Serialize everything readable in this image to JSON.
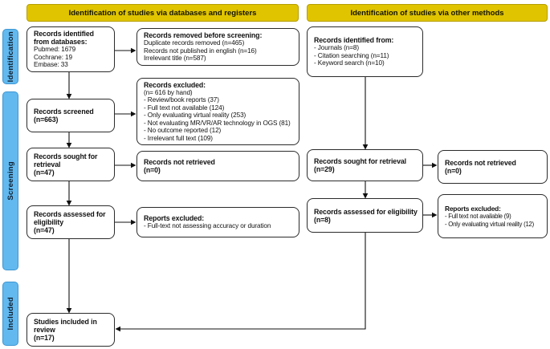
{
  "colors": {
    "header-bg": "#E0C400",
    "header-border": "#B59E00",
    "sidebar-bg": "#62B9EF",
    "sidebar-border": "#3E96D2"
  },
  "headers": {
    "left": "Identification of studies via databases and registers",
    "right": "Identification of studies via other methods"
  },
  "sidebar": {
    "identification": "Identification",
    "screening": "Screening",
    "included": "Included"
  },
  "boxes": {
    "db_identified": {
      "bold": "Records identified\nfrom databases:",
      "normal": "Pubmed: 1679\nCochrane: 19\nEmbase: 33"
    },
    "records_removed": {
      "bold": "Records removed before screening:",
      "normal": "Duplicate records removed (n=465)\nRecords not published in english (n=16)\nIrrelevant title (n=587)"
    },
    "other_identified": {
      "bold": "Records identified from:",
      "normal": "- Journals (n=8)\n- Citation searching (n=11)\n- Keyword search (n=10)"
    },
    "records_excluded": {
      "bold": "Records excluded:",
      "normal": "(n= 616 by hand)\n- Review/book reports (37)\n- Full text not available (124)\n- Only evaluating virtual reality (253)\n- Not evaluating MR/VR/AR technology in OGS (81)\n- No outcome reported (12)\n- Irrelevant full text (109)"
    },
    "records_screened": {
      "bold": "Records screened\n(n=663)",
      "normal": ""
    },
    "sought_left": {
      "bold": "Records sought for\nretrieval\n(n=47)",
      "normal": ""
    },
    "not_retrieved_left": {
      "bold": "Records not retrieved\n(n=0)",
      "normal": ""
    },
    "assessed_left": {
      "bold": "Records assessed for\neligibility\n(n=47)",
      "normal": ""
    },
    "reports_excluded_left": {
      "bold": "Reports excluded:",
      "normal": "- Full-text not assessing accuracy or duration"
    },
    "sought_right": {
      "bold": "Records sought for retrieval\n(n=29)",
      "normal": ""
    },
    "not_retrieved_right": {
      "bold": "Records not retrieved\n(n=0)",
      "normal": ""
    },
    "assessed_right": {
      "bold": "Records assessed for eligibility\n(n=8)",
      "normal": ""
    },
    "reports_excluded_right": {
      "bold": "Reports excluded:",
      "normal": "- Full text not available (9)\n- Only evaluating virtual reality (12)"
    },
    "included": {
      "bold": "Studies included in\nreview\n(n=17)",
      "normal": ""
    }
  }
}
